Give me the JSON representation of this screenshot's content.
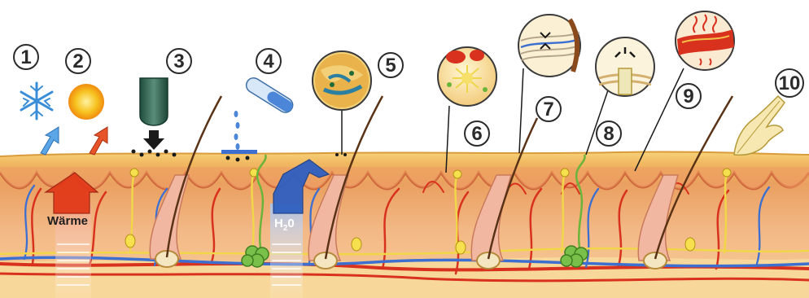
{
  "figure": {
    "markers": [
      {
        "id": "1",
        "text": "1"
      },
      {
        "id": "2",
        "text": "2"
      },
      {
        "id": "3",
        "text": "3"
      },
      {
        "id": "4",
        "text": "4"
      },
      {
        "id": "5",
        "text": "5"
      },
      {
        "id": "6",
        "text": "6"
      },
      {
        "id": "7",
        "text": "7"
      },
      {
        "id": "8",
        "text": "8"
      },
      {
        "id": "9",
        "text": "9"
      },
      {
        "id": "10",
        "text": "10"
      }
    ],
    "labels": {
      "warmth": "Wärme",
      "water_main": "H",
      "water_sub": "2",
      "water_end": "0"
    },
    "icons": [
      "snowflake-icon",
      "sun-icon",
      "pressure-stamp-icon",
      "test-tube-icon",
      "magnifier-cell-icon",
      "feather-hand-icon"
    ],
    "colors": {
      "skin_surface": "#f4c56a",
      "epidermis": "#e9a06a",
      "dermis": "#f6c98e",
      "papilla": "#f2b08a",
      "artery": "#d8321e",
      "vein": "#3d6fd0",
      "nerve": "#f1d64a",
      "gland": "#6bb43a",
      "heat_arrow": "#e23a1a",
      "water_arrow": "#2f5fc0"
    }
  }
}
